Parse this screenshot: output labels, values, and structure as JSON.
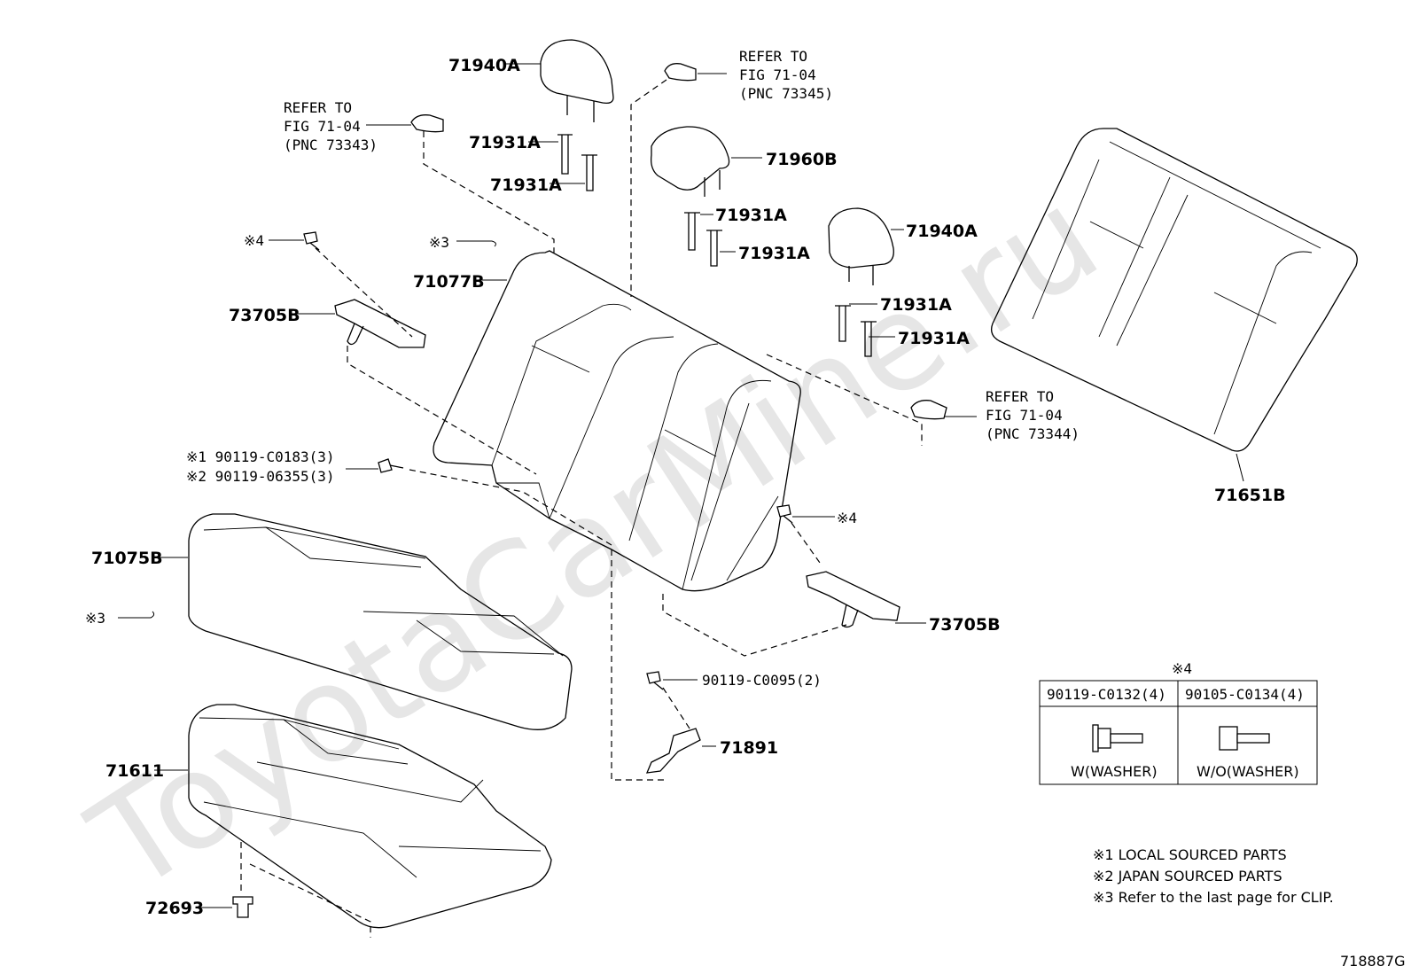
{
  "watermark": "ToyotaCarMine.ru",
  "figure_code": "718887G",
  "parts": {
    "headrest_left": "71940A",
    "headrest_center": "71960B",
    "headrest_right": "71940A",
    "support_1": "71931A",
    "support_2": "71931A",
    "support_3": "71931A",
    "support_4": "71931A",
    "support_5": "71931A",
    "support_6": "71931A",
    "back_cover": "71077B",
    "back_pad": "71651B",
    "cushion_cover": "71075B",
    "cushion_pad": "71611",
    "hinge_left": "73705B",
    "hinge_right": "73705B",
    "bracket": "71891",
    "clip": "72693",
    "bolt_bracket": "90119-C0095(2)"
  },
  "refs": {
    "left": [
      "REFER TO",
      "FIG 71-04",
      "(PNC 73343)"
    ],
    "top": [
      "REFER TO",
      "FIG 71-04",
      "(PNC 73345)"
    ],
    "right": [
      "REFER TO",
      "FIG 71-04",
      "(PNC 73344)"
    ]
  },
  "marks": {
    "m4_left": "※4",
    "m4_right": "※4",
    "m3_top": "※3",
    "m3_left": "※3",
    "bolt_local": "※1 90119-C0183(3)",
    "bolt_japan": "※2 90119-06355(3)"
  },
  "table": {
    "title": "※4",
    "col1_part": "90119-C0132(4)",
    "col1_caption": "W(WASHER)",
    "col2_part": "90105-C0134(4)",
    "col2_caption": "W/O(WASHER)"
  },
  "notes": [
    "※1 LOCAL SOURCED PARTS",
    "※2 JAPAN SOURCED PARTS",
    "※3 Refer to the last page for CLIP."
  ]
}
